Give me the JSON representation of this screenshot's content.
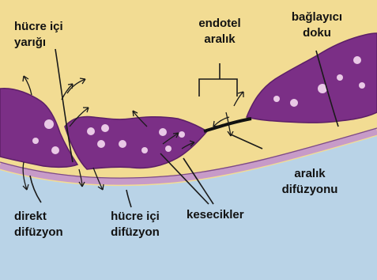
{
  "labels": {
    "intracellular_cleft": [
      "hücre içi",
      "yarığı"
    ],
    "endothelial_gap": [
      "endotel",
      "aralık"
    ],
    "connective_tissue": [
      "bağlayıcı",
      "doku"
    ],
    "gap_diffusion": [
      "aralık",
      "difüzyonu"
    ],
    "direct_diffusion": [
      "direkt",
      "difüzyon"
    ],
    "intracellular_diffusion": [
      "hücre içi",
      "difüzyon"
    ],
    "vesicles": "kesecikler"
  },
  "colors": {
    "background_tissue": "#f2dc93",
    "lumen": "#b9d3e7",
    "cell": "#7b2f86",
    "cell_dark": "#5c1f67",
    "vesicle": "#e9c9e6",
    "basement_band": "#c79bc8",
    "line": "#1a1a1a"
  }
}
